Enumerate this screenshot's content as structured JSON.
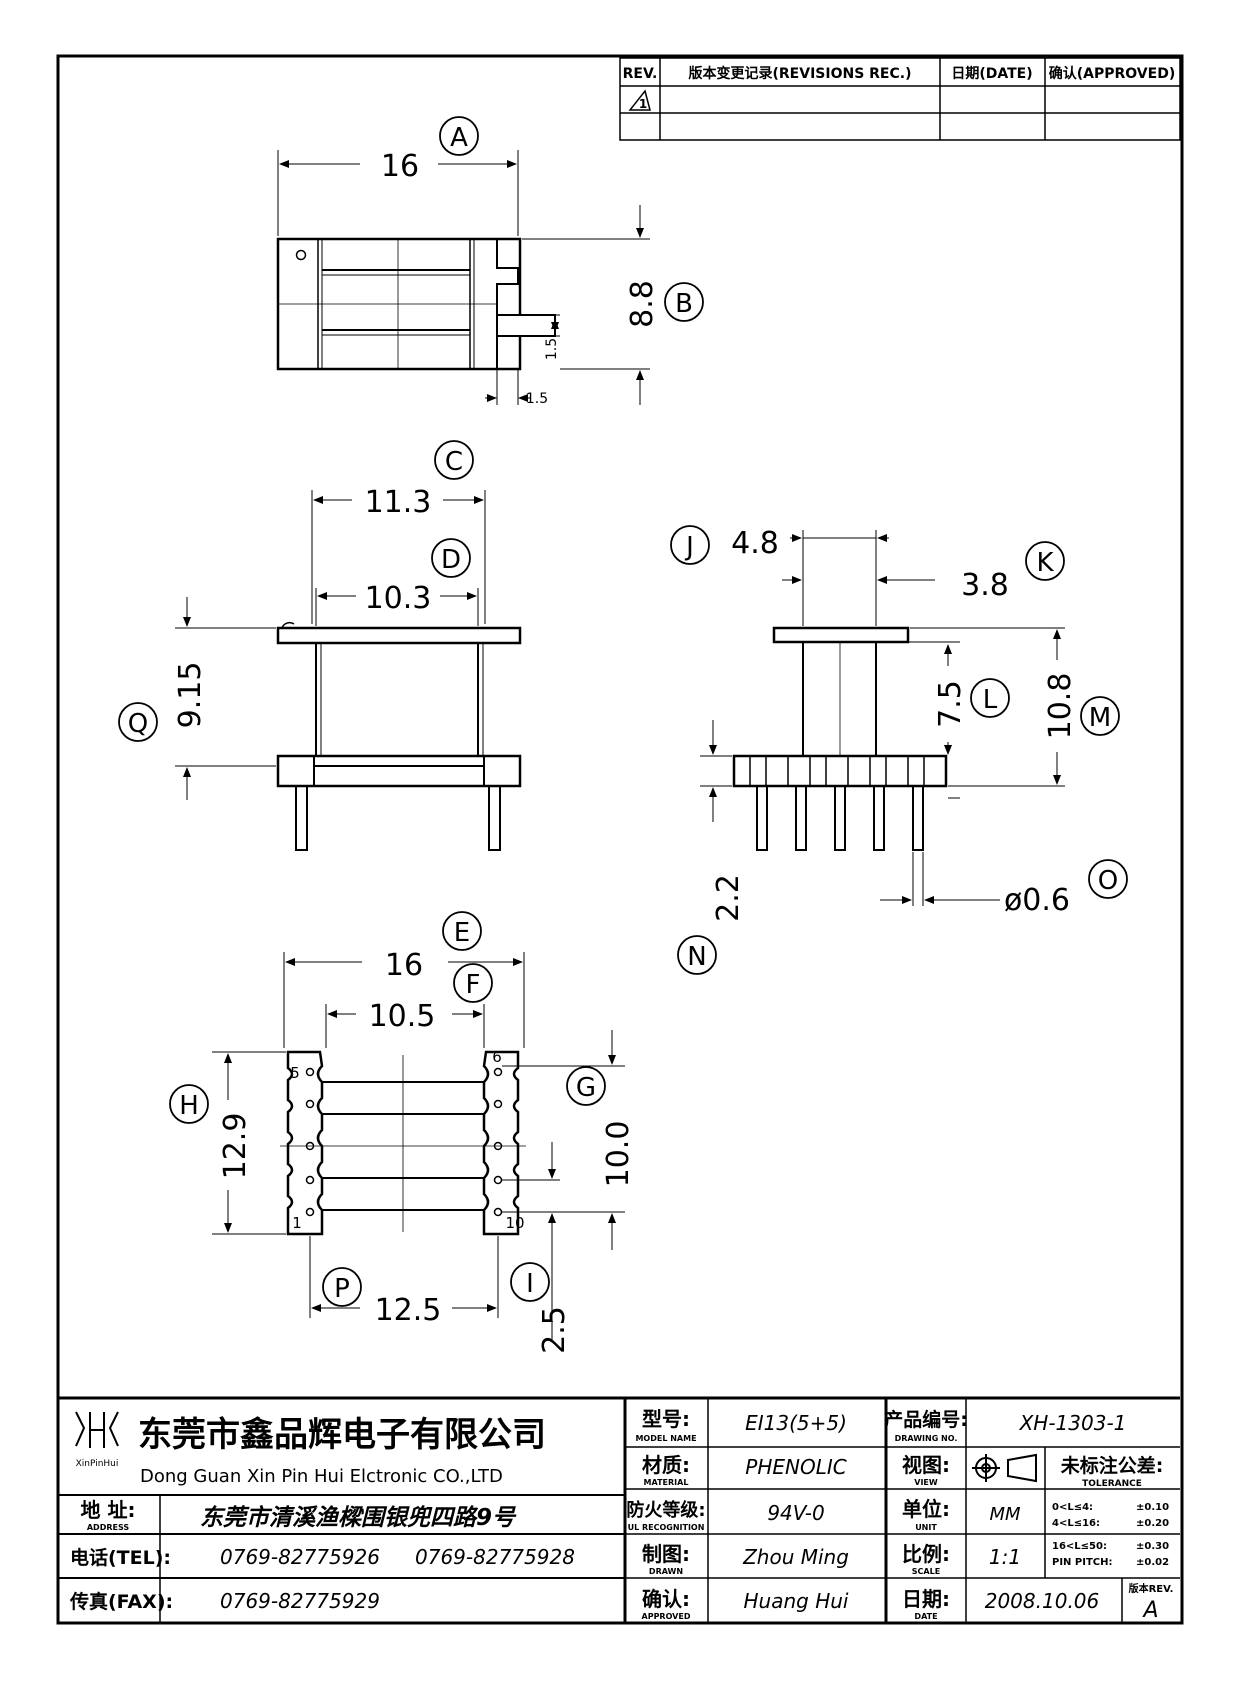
{
  "revisions": {
    "headers": {
      "rev": "REV.",
      "record": "版本变更记录(REVISIONS REC.)",
      "date": "日期(DATE)",
      "approved": "确认(APPROVED)"
    },
    "row1_rev": "1"
  },
  "views": {
    "top": {
      "width": "16",
      "width_tag": "A",
      "height": "8.8",
      "height_tag": "B",
      "tab_h": "1.5",
      "tab_w": "1.5"
    },
    "front": {
      "outer": "11.3",
      "outer_tag": "C",
      "inner": "10.3",
      "inner_tag": "D",
      "height": "9.15",
      "height_tag": "Q"
    },
    "side": {
      "flange": "4.8",
      "flange_tag": "J",
      "core": "3.8",
      "core_tag": "K",
      "h_inner": "7.5",
      "h_inner_tag": "L",
      "h_total": "10.8",
      "h_total_tag": "M",
      "base": "2.2",
      "base_tag": "N",
      "pin_dia": "ø0.6",
      "pin_dia_tag": "O"
    },
    "bottom": {
      "width": "16",
      "width_tag": "E",
      "inner": "10.5",
      "inner_tag": "F",
      "height": "12.9",
      "height_tag": "H",
      "pin_span": "10.0",
      "pin_span_tag": "G",
      "pitch": "2.5",
      "pitch_tag": "I",
      "row_span": "12.5",
      "row_span_tag": "P",
      "pin_5": "5",
      "pin_6": "6",
      "pin_1": "1",
      "pin_10": "10"
    }
  },
  "title_block": {
    "company_cn": "东莞市鑫品辉电子有限公司",
    "company_en": "Dong Guan Xin Pin Hui Elctronic CO.,LTD",
    "logo_text": "XinPinHui",
    "address_label": "地 址:",
    "address_label_en": "ADDRESS",
    "address": "东莞市清溪渔樑围银兜四路9号",
    "tel_label": "电话(TEL):",
    "tel1": "0769-82775926",
    "tel2": "0769-82775928",
    "fax_label": "传真(FAX):",
    "fax": "0769-82775929",
    "model_label": "型号:",
    "model_label_en": "MODEL NAME",
    "model": "EI13(5+5)",
    "material_label": "材质:",
    "material_label_en": "MATERIAL",
    "material": "PHENOLIC",
    "ul_label": "防火等级:",
    "ul_label_en": "UL RECOGNITION",
    "ul": "94V-0",
    "drawn_label": "制图:",
    "drawn_label_en": "DRAWN",
    "drawn": "Zhou Ming",
    "approved_label": "确认:",
    "approved_label_en": "APPROVED",
    "approved": "Huang Hui",
    "drawing_no_label": "产品编号:",
    "drawing_no_label_en": "DRAWING NO.",
    "drawing_no": "XH-1303-1",
    "view_label": "视图:",
    "view_label_en": "VIEW",
    "unit_label": "单位:",
    "unit_label_en": "UNIT",
    "unit": "MM",
    "scale_label": "比例:",
    "scale_label_en": "SCALE",
    "scale": "1:1",
    "date_label": "日期:",
    "date_label_en": "DATE",
    "date": "2008.10.06",
    "tolerance_label": "未标注公差:",
    "tolerance_label_en": "TOLERANCE",
    "tolerances": [
      {
        "range": "0<L≤4:",
        "value": "±0.10"
      },
      {
        "range": "4<L≤16:",
        "value": "±0.20"
      },
      {
        "range": "16<L≤50:",
        "value": "±0.30"
      },
      {
        "range": "PIN PITCH:",
        "value": "±0.02"
      }
    ],
    "rev_label": "版本REV.",
    "rev": "A"
  }
}
